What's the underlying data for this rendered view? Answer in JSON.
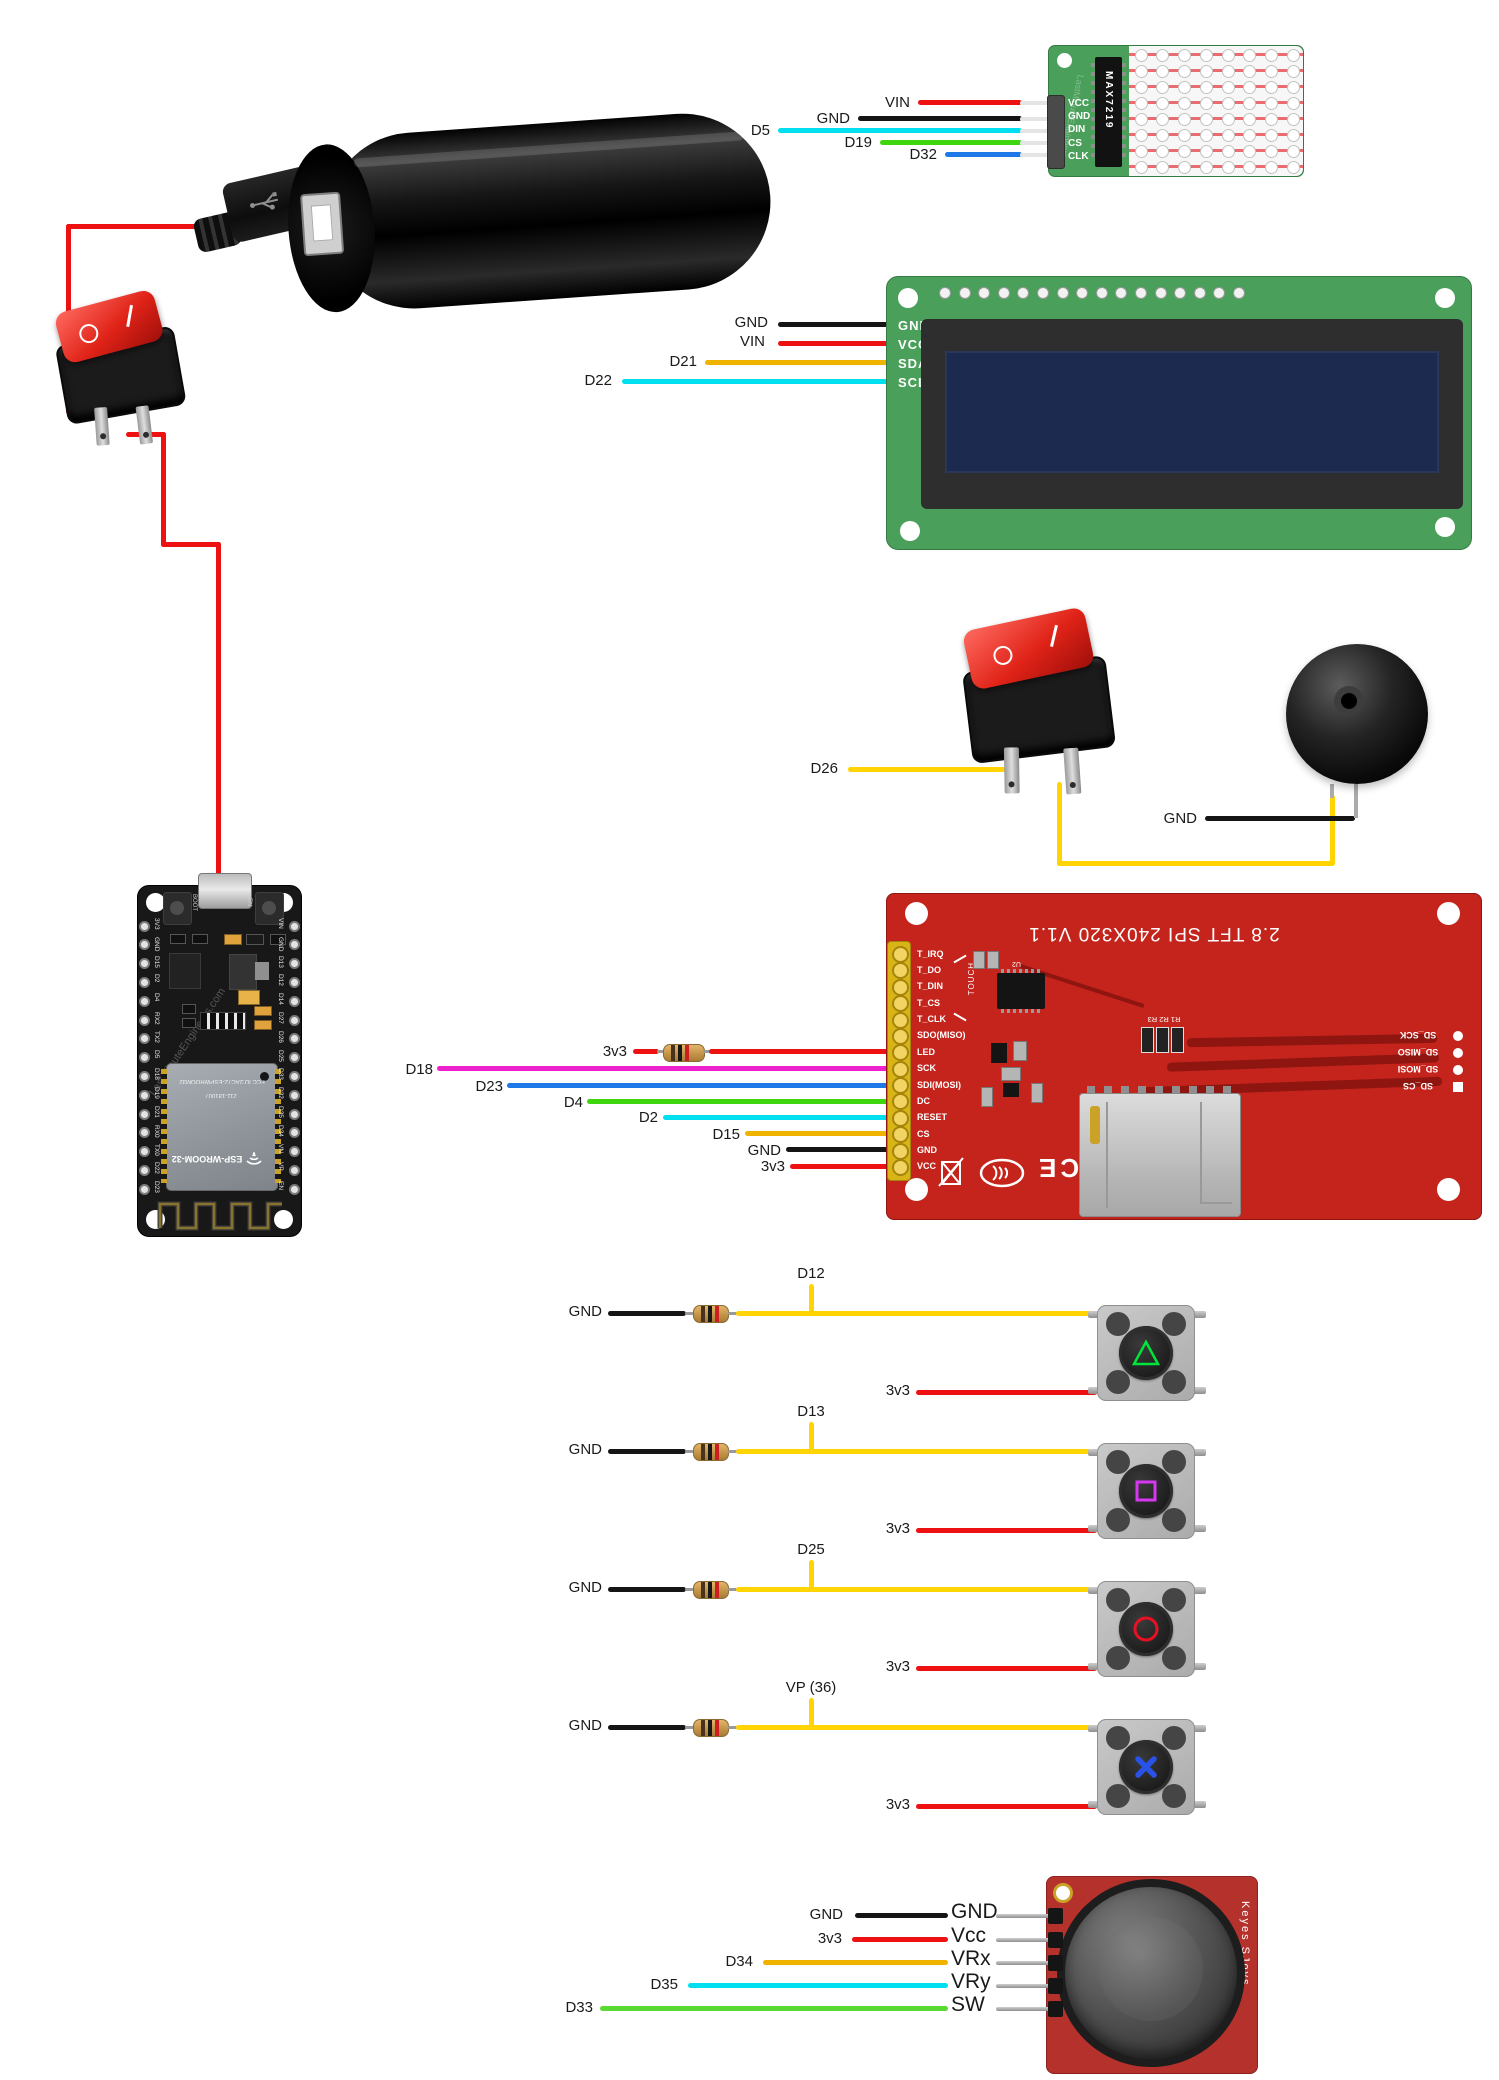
{
  "colors": {
    "wire_red": "#ee1111",
    "wire_black": "#151515",
    "wire_cyan": "#00dff0",
    "wire_green": "#3fd60f",
    "wire_light_green": "#5ad932",
    "wire_blue": "#1e78e8",
    "wire_magenta": "#ee22cc",
    "wire_gold": "#f0b400",
    "wire_yellow": "#ffd400",
    "pcb_green": "#4aa05a",
    "pcb_red": "#c4241c",
    "board_black": "#181818"
  },
  "watermark": "LastMinuteEngineers.com",
  "max7219": {
    "chip_label": "MAX7219",
    "pin_labels": [
      "VCC",
      "GND",
      "DIN",
      "CS",
      "CLK"
    ],
    "wires": [
      {
        "label": "VIN",
        "color": "#ee1111"
      },
      {
        "label": "GND",
        "color": "#151515"
      },
      {
        "label": "D5",
        "color": "#00dff0"
      },
      {
        "label": "D19",
        "color": "#3fd60f"
      },
      {
        "label": "D32",
        "color": "#1e78e8"
      }
    ]
  },
  "lcd": {
    "pin_labels": [
      "GND",
      "VCC",
      "SDA",
      "SCL"
    ],
    "wires": [
      {
        "label": "GND",
        "color": "#151515"
      },
      {
        "label": "VIN",
        "color": "#ee1111"
      },
      {
        "label": "D21",
        "color": "#f0b400"
      },
      {
        "label": "D22",
        "color": "#00dff0"
      }
    ]
  },
  "switch_buzzer": {
    "signal_label": "D26",
    "gnd_label": "GND"
  },
  "rocker_switch": {
    "off_symbol": "O"
  },
  "tft": {
    "title": "2.8 TFT SPI 240X320 V1.1",
    "touch_label": "TOUCH",
    "pin_labels": [
      "T_IRQ",
      "T_DO",
      "T_DIN",
      "T_CS",
      "T_CLK",
      "SDO(MISO)",
      "LED",
      "SCK",
      "SDI(MOSI)",
      "DC",
      "RESET",
      "CS",
      "GND",
      "VCC"
    ],
    "sd_pin_labels": [
      "SD_SCK",
      "SD_MISO",
      "SD_MOSI",
      "SD_CS"
    ],
    "component_labels": {
      "u2": "U2",
      "r_bank": "R1 R2 R3",
      "ce": "CE"
    },
    "wires": [
      {
        "label": "3v3",
        "color": "#ee1111"
      },
      {
        "label": "D18",
        "color": "#ee22cc"
      },
      {
        "label": "D23",
        "color": "#1e78e8"
      },
      {
        "label": "D4",
        "color": "#3fd60f"
      },
      {
        "label": "D2",
        "color": "#00dff0"
      },
      {
        "label": "D15",
        "color": "#f0b400"
      },
      {
        "label": "GND",
        "color": "#151515"
      },
      {
        "label": "3v3",
        "color": "#ee1111"
      }
    ]
  },
  "esp32": {
    "boot_label": "BOOT",
    "en_label": "EN",
    "module_label": "ESP-WROOM-32",
    "fcc_label": "FCC ID:2AC7Z-ESPWROOM32",
    "serial_label": "211-181007",
    "left_pins": [
      "3V3",
      "GND",
      "D15",
      "D2",
      "D4",
      "RX2",
      "TX2",
      "D5",
      "D18",
      "D19",
      "D21",
      "RX0",
      "TX0",
      "D22",
      "D23"
    ],
    "right_pins": [
      "VIN",
      "GND",
      "D13",
      "D12",
      "D14",
      "D27",
      "D26",
      "D25",
      "D33",
      "D32",
      "D35",
      "D34",
      "VN",
      "VP",
      "EN"
    ]
  },
  "buttons": [
    {
      "signal": "D12",
      "gnd": "GND",
      "power": "3v3",
      "symbol": "triangle",
      "symbol_color": "#00e53a"
    },
    {
      "signal": "D13",
      "gnd": "GND",
      "power": "3v3",
      "symbol": "square",
      "symbol_color": "#d538f0"
    },
    {
      "signal": "D25",
      "gnd": "GND",
      "power": "3v3",
      "symbol": "circle",
      "symbol_color": "#e81123"
    },
    {
      "signal": "VP (36)",
      "gnd": "GND",
      "power": "3v3",
      "symbol": "x",
      "symbol_color": "#2952e8"
    }
  ],
  "joystick": {
    "brand": "Keyes SJoys",
    "pin_labels": [
      "GND",
      "Vcc",
      "VRx",
      "VRy",
      "SW"
    ],
    "wires": [
      {
        "label": "GND",
        "color": "#151515"
      },
      {
        "label": "3v3",
        "color": "#ee1111"
      },
      {
        "label": "D34",
        "color": "#f0b400"
      },
      {
        "label": "D35",
        "color": "#00dff0"
      },
      {
        "label": "D33",
        "color": "#5ad932"
      }
    ]
  }
}
